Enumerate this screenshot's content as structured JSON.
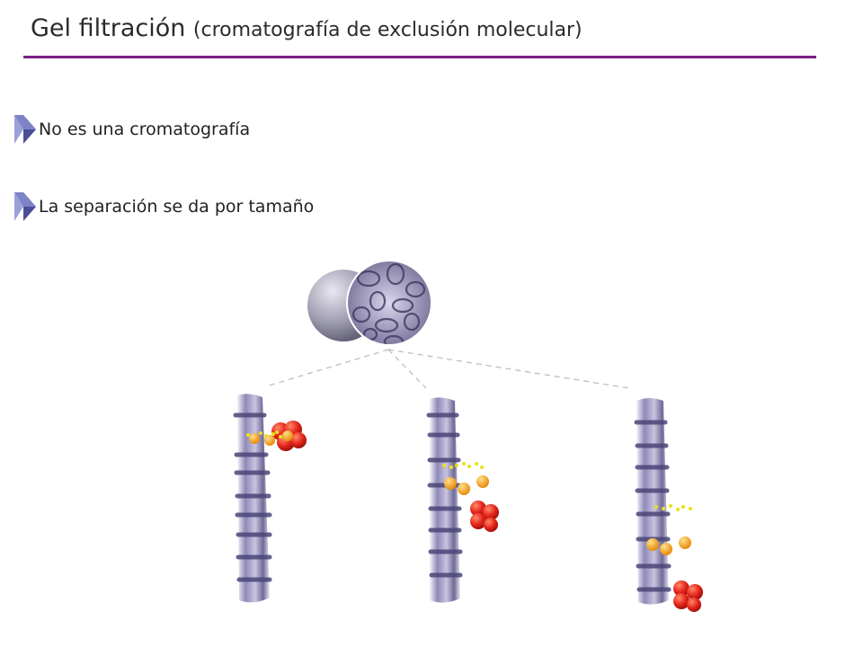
{
  "slide": {
    "title_main": "Gel filtración ",
    "title_paren": "(cromatografía de exclusión molecular)"
  },
  "bullets": [
    {
      "text": "No es una cromatografía",
      "icon": "triangle-bullet-icon"
    },
    {
      "text": "La separación se da por tamaño",
      "icon": "triangle-bullet-icon"
    }
  ],
  "colors": {
    "accent_rule": "#7a1f86",
    "bullet_marker": "#4a4f97",
    "gel": "#8a84b4",
    "large_molecule": "#e6261c",
    "medium_molecule": "#f4a418",
    "small_molecule": "#e8e21a"
  }
}
